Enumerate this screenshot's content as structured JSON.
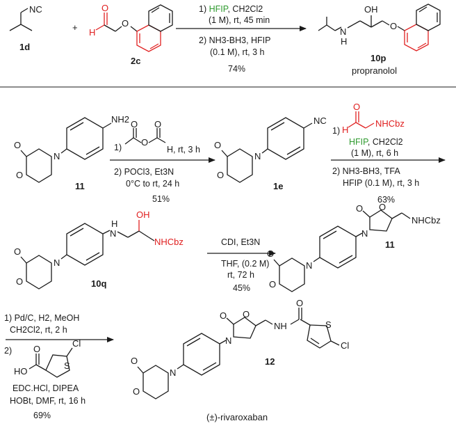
{
  "colors": {
    "red": "#e02020",
    "green": "#2e9a2e",
    "black": "#1a1a1a"
  },
  "atoms": {
    "nc": "NC",
    "n": "N",
    "o": "O",
    "h": "H",
    "oh": "OH",
    "nh": "NH",
    "nh2": "NH2",
    "nhcbz": "NHCbz",
    "cl": "Cl",
    "s": "S",
    "ho": "HO"
  },
  "plus": "+",
  "reaction1": {
    "reactant1_label": "1d",
    "reactant2_label": "2c",
    "product_label": "10p",
    "product_name": "propranolol",
    "step1_num": "1)",
    "step1_reagent": "HFIP",
    "step1_rest": ", CH2Cl2",
    "step1_line2": "(1 M), rt, 45 min",
    "step2_line1": "2) NH3-BH3, HFIP",
    "step2_line2": "(0.1 M), rt, 3 h",
    "yield": "74%"
  },
  "reaction2": {
    "reactant_label": "11",
    "product_label": "1e",
    "step1_num": "1)",
    "step1_tail": "H, rt, 3 h",
    "step2_line1": "2)  POCl3, Et3N",
    "step2_line2": "0°C to rt, 24 h",
    "yield": "51%"
  },
  "reaction3": {
    "step1_num": "1)",
    "step1_reagent": "HFIP",
    "step1_rest": ", CH2Cl2",
    "step1_line2": "(1 M), rt, 6 h",
    "step2_line1": "2)  NH3-BH3, TFA",
    "step2_line2": "HFIP (0.1 M), rt, 3 h",
    "yield": "63%"
  },
  "reaction4": {
    "reactant_label": "10q",
    "product_label": "11",
    "line1": "CDI, Et3N",
    "line2": "THF, (0.2 M)",
    "line3": "rt, 72 h",
    "yield": "45%"
  },
  "reaction5": {
    "line1": "1) Pd/C, H2, MeOH",
    "line2": "CH2Cl2, rt, 2 h",
    "line3": "2)",
    "line4": "EDC.HCl, DIPEA",
    "line5": "HOBt, DMF, rt, 16 h",
    "yield": "69%",
    "product_label": "12",
    "product_name": "(±)-rivaroxaban"
  }
}
